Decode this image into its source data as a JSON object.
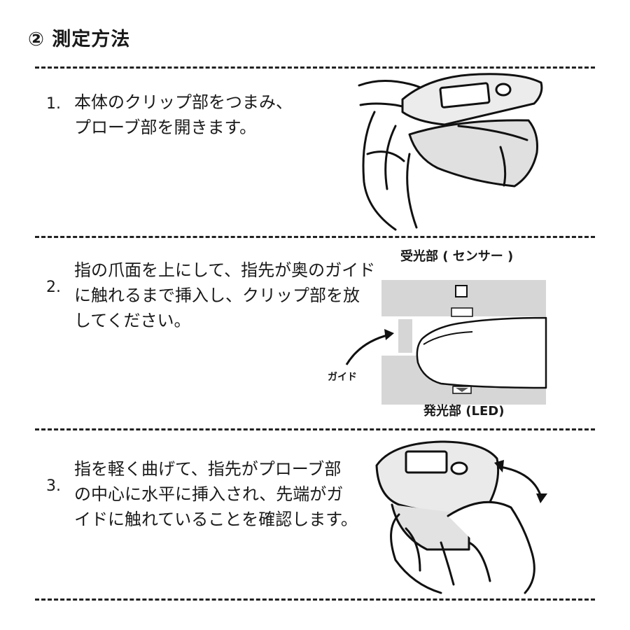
{
  "title": "② 測定方法",
  "steps": [
    {
      "number": "1.",
      "lines": [
        "本体のクリップ部をつまみ、",
        "プローブ部を開きます。"
      ]
    },
    {
      "number": "2.",
      "lines": [
        "指の爪面を上にして、指先が奥のガイド",
        "に触れるまで挿入し、クリップ部を放",
        "してください。"
      ]
    },
    {
      "number": "3.",
      "lines": [
        "指を軽く曲げて、指先がプローブ部",
        "の中心に水平に挿入され、先端がガ",
        "イドに触れていることを確認します。"
      ]
    }
  ],
  "diagram": {
    "sensor_label": "受光部 ( センサー )",
    "guide_label": "ガイド",
    "led_label": "発光部 (LED)"
  },
  "colors": {
    "text": "#1a1a1a",
    "gray_panel": "#d6d6d6",
    "device_gray": "#e6e6e6"
  }
}
